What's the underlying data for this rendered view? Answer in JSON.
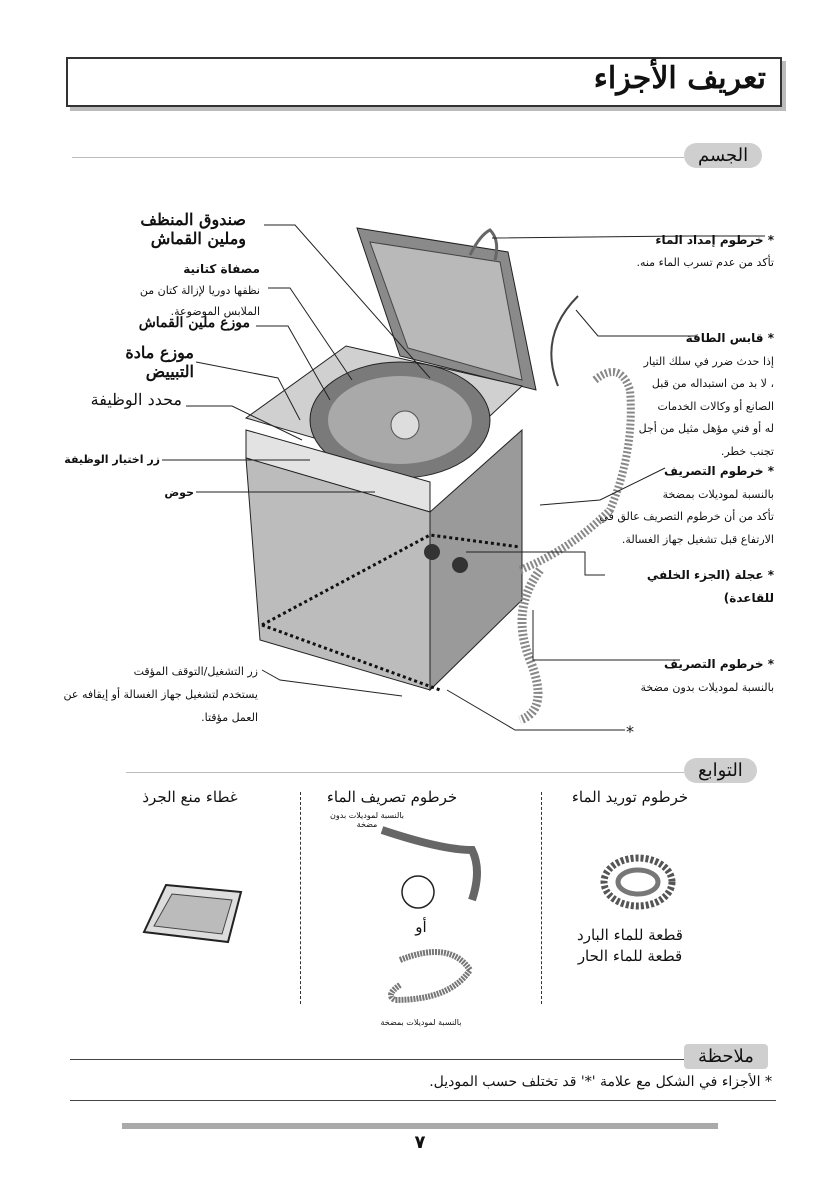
{
  "page_title": "تعريف الأجزاء",
  "sections": {
    "body": "الجسم",
    "accessories": "التوابع",
    "note": "ملاحظة"
  },
  "left_labels": {
    "detergent_box_1": "صندوق المنظف",
    "detergent_box_2": "وملين القماش",
    "lint_filter": "مصفاة كتانية",
    "lint_filter_desc_1": "نظفها دوريا لإزالة كتان من",
    "lint_filter_desc_2": "الملابس الموضوعة.",
    "softener_dispenser": "موزع ملين القماش",
    "bleach_1": "موزع مادة",
    "bleach_2": "التبييض",
    "function_selector": "محدد الوظيفة",
    "function_button": "زر اختيار الوظيفة",
    "tub": "حوض",
    "start_pause": "زر التشغيل/التوقف المؤقت",
    "start_pause_desc_1": "يستخدم لتشغيل جهاز الغسالة أو إيقافه عن",
    "start_pause_desc_2": "العمل مؤقتا."
  },
  "right_labels": {
    "water_hose": "خرطوم إمداد الماء",
    "water_hose_desc": "تأكد من عدم تسرب الماء منه.",
    "power_plug": "قابس الطاقة",
    "power_plug_desc_1": "إذا حدث ضرر في سلك التيار",
    "power_plug_desc_2": "، لا بد من استبداله من قبل",
    "power_plug_desc_3": "الصانع أو وكالات الخدمات",
    "power_plug_desc_4": "له أو فني مؤهل مثيل من أجل",
    "power_plug_desc_5": "تجنب خطر.",
    "drain_hose_1": "خرطوم التصريف",
    "drain_hose_1_desc_1": "بالنسبة لموديلات بمضخة",
    "drain_hose_1_desc_2": "تأكد من أن خرطوم التصريف عالق في",
    "drain_hose_1_desc_3": "الارتفاع قبل تشغيل جهاز الغسالة.",
    "wheel": "عجلة (الجزء الخلفي للقاعدة)",
    "drain_hose_2": "خرطوم التصريف",
    "drain_hose_2_desc": "بالنسبة لموديلات بدون مضخة",
    "asterisk": "*"
  },
  "accessories": {
    "cover": "غطاء منع الجرذ",
    "drain": "خرطوم تصريف الماء",
    "drain_no_pump": "بالنسبة لموديلات بدون مضخة",
    "or": "أو",
    "drain_pump": "بالنسبة لموديلات بمضخة",
    "supply": "خرطوم توريد الماء",
    "cold": "قطعة للماء البارد",
    "hot": "قطعة للماء الحار"
  },
  "note_text": "* الأجزاء في الشكل مع علامة '*' قد تختلف حسب الموديل.",
  "page_number": "٧"
}
